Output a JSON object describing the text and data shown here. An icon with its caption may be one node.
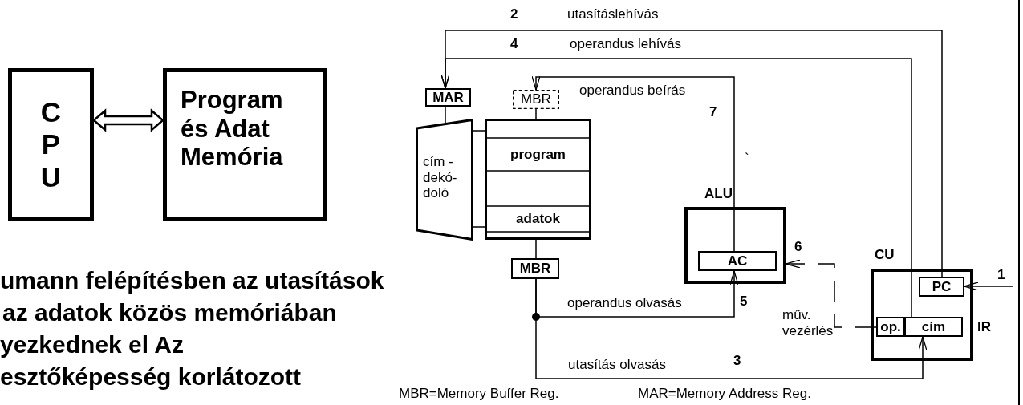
{
  "diagram": {
    "nodes": [
      {
        "text": [
          "C P U"
        ]
      },
      {
        "text": [
          "Program és Adat Memória"
        ]
      },
      {
        "text": [
          "MAR"
        ]
      },
      {
        "text": [
          "MBR"
        ]
      },
      {
        "text": [
          "cím - dekó- doló"
        ]
      },
      {
        "text": [],
        "shape": "box"
      },
      {
        "text": [
          "program"
        ],
        "in": 5
      },
      {
        "text": [
          "adatok"
        ],
        "in": 5
      },
      {
        "text": [
          "MBR"
        ]
      },
      {
        "text": [
          "ALU"
        ]
      },
      {
        "text": [
          "AC"
        ],
        "in": 9
      },
      {
        "text": [
          "CU"
        ]
      },
      {
        "text": [
          "PC"
        ],
        "in": 11
      },
      {
        "text": [
          "op."
        ],
        "in": 11
      },
      {
        "text": [
          "cím"
        ],
        "in": 11
      }
    ],
    "edges": [
      {
        "from": 0,
        "to": 1,
        "arrow": "both",
        "style": "thick"
      },
      {
        "from": 12,
        "to": 2,
        "arrow": "to",
        "label": "utasításlehívás"
      },
      {
        "from": 14,
        "to": 2,
        "arrow": "to",
        "label": "operandus lehívás"
      },
      {
        "from": 10,
        "to": 3,
        "arrow": "to",
        "label": "operandus beírás"
      },
      {
        "from": 8,
        "to": 14,
        "arrow": "to",
        "label": "utasítás olvasás"
      },
      {
        "from": 8,
        "to": 10,
        "arrow": "to",
        "label": "operandus olvasás"
      },
      {
        "from": 13,
        "to": 9,
        "arrow": "to",
        "label": "műv. vezérlés",
        "style": "dashed"
      },
      {
        "from": null,
        "to": 12,
        "arrow": "to"
      },
      {
        "from": 2,
        "to": 4,
        "arrow": "none"
      },
      {
        "from": 4,
        "to": 5,
        "arrow": "none"
      },
      {
        "from": 3,
        "to": 5,
        "arrow": "none"
      },
      {
        "from": 5,
        "to": 8,
        "arrow": "none"
      }
    ],
    "labels": [
      "2",
      "4",
      "7",
      "`",
      "6",
      "1",
      "5",
      "IR",
      "3",
      "umann felépítésben az utasítások",
      "az adatok közös memóriában",
      "yezkednek el Az",
      "esztőképesség korlátozott",
      "MBR=Memory Buffer Reg.",
      "MAR=Memory Address Reg."
    ]
  }
}
